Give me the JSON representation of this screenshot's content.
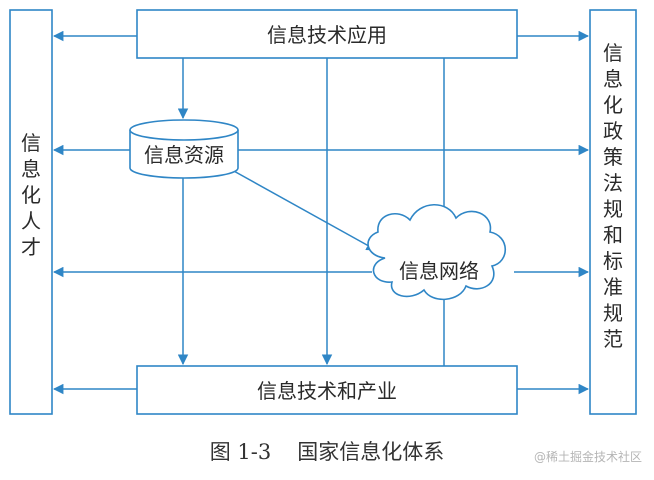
{
  "diagram": {
    "top_box": "信息技术应用",
    "bottom_box": "信息技术和产业",
    "left_box": "信息化人才",
    "right_box": "信息化政策法规和标准规范",
    "database": "信息资源",
    "cloud": "信息网络"
  },
  "caption": {
    "figure_number": "图 1-3",
    "title": "国家信息化体系"
  },
  "watermark": "@稀土掘金技术社区",
  "colors": {
    "line": "#2f86c6",
    "box_border": "#2f86c6",
    "text": "#2a2a2a"
  }
}
